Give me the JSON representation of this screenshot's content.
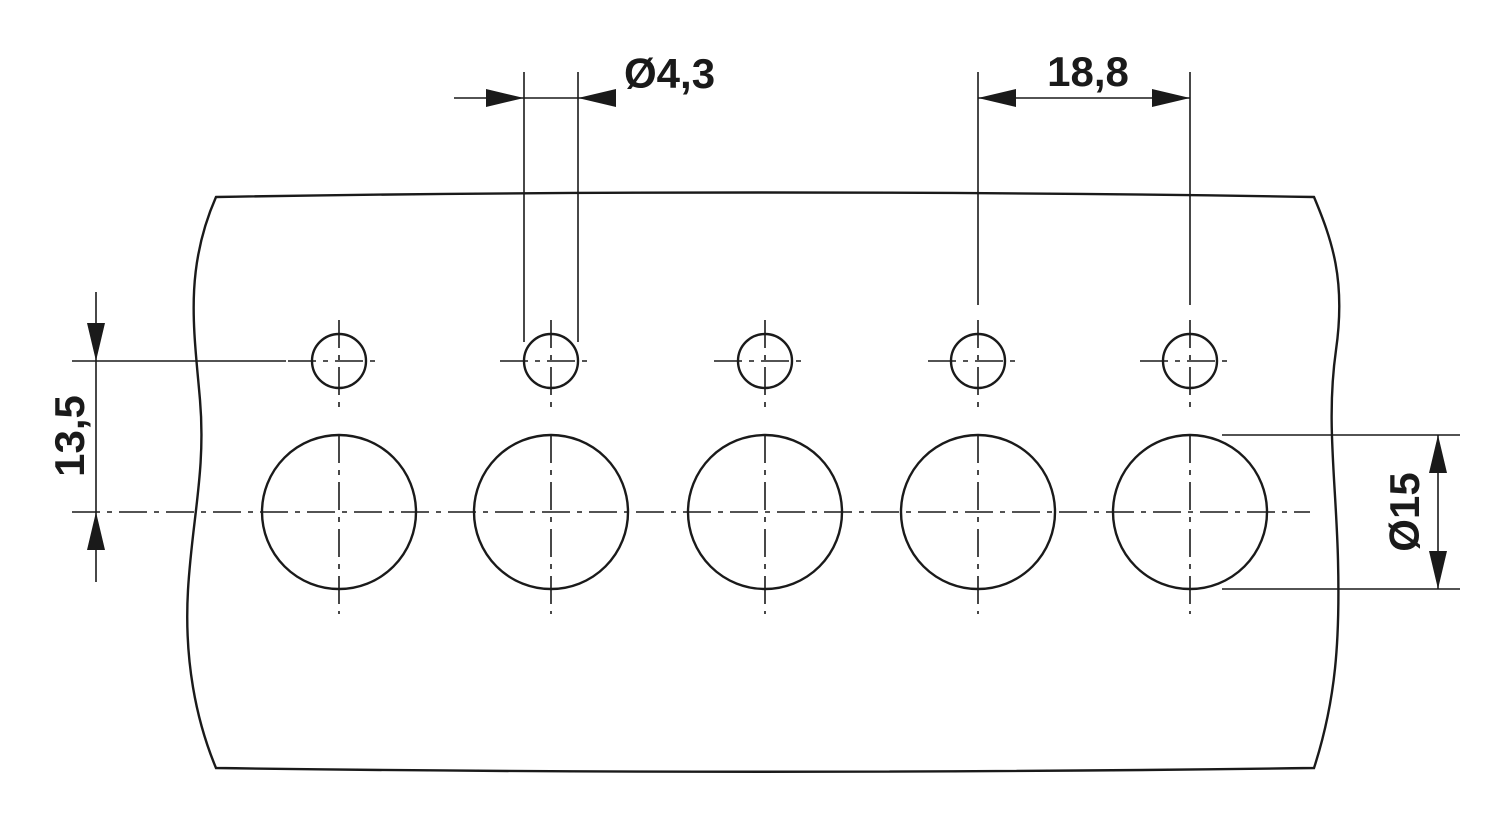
{
  "dimensions": {
    "small_hole_diameter": "Ø4,3",
    "hole_pitch": "18,8",
    "row_spacing": "13,5",
    "large_hole_diameter": "Ø15"
  },
  "small_hole_count": 5,
  "large_hole_count": 5
}
